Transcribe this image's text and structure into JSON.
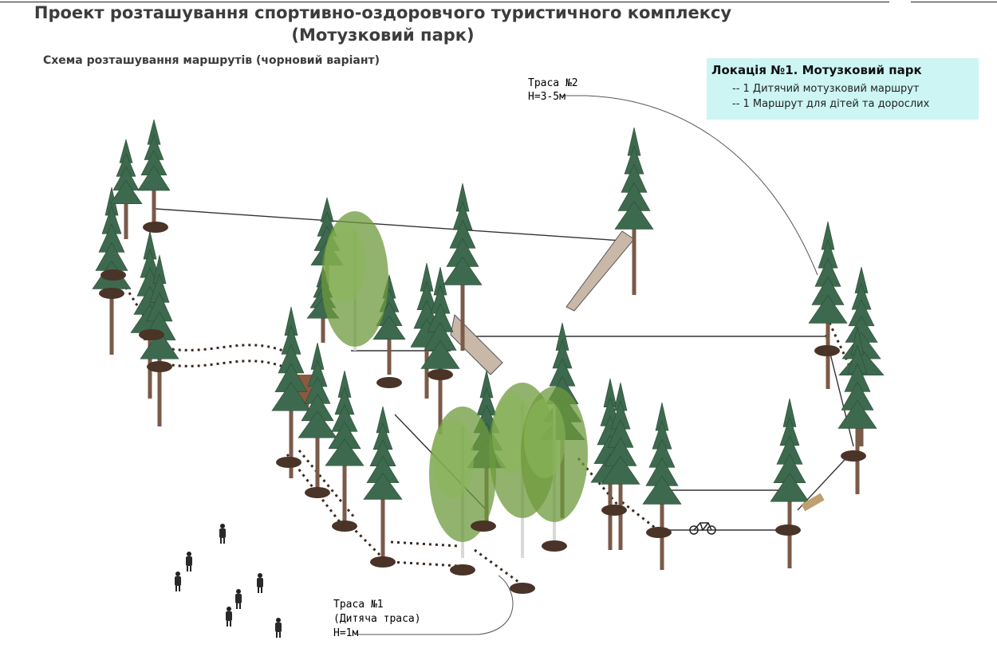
{
  "header": {
    "title_line1": "Проект розташування спортивно-оздоровчого туристичного комплексу",
    "title_line2": "(Мотузковий парк)",
    "subtitle": "Схема розташування маршрутів (чорновий варіант)"
  },
  "legend": {
    "heading": "Локація №1. Мотузковий парк",
    "items": [
      "-- 1 Дитячий мотузковий маршрут",
      "-- 1 Маршрут для дітей та дорослих"
    ],
    "background": "#ccf5f4"
  },
  "routes": [
    {
      "line1": "Траса №2",
      "line2": "H=3-5м",
      "line3": ""
    },
    {
      "line1": "Траса №1",
      "line2": "(Дитяча траса)",
      "line3": "H=1м"
    }
  ],
  "colors": {
    "tree": "#3d6a4e",
    "trunk": "#7a5a48",
    "birch": "#6d9a3c",
    "platform": "#4a3327",
    "rope": "#222222"
  },
  "icons": [
    "conifer-tree-icon",
    "birch-tree-icon",
    "person-icon",
    "bicycle-icon",
    "platform-icon"
  ]
}
